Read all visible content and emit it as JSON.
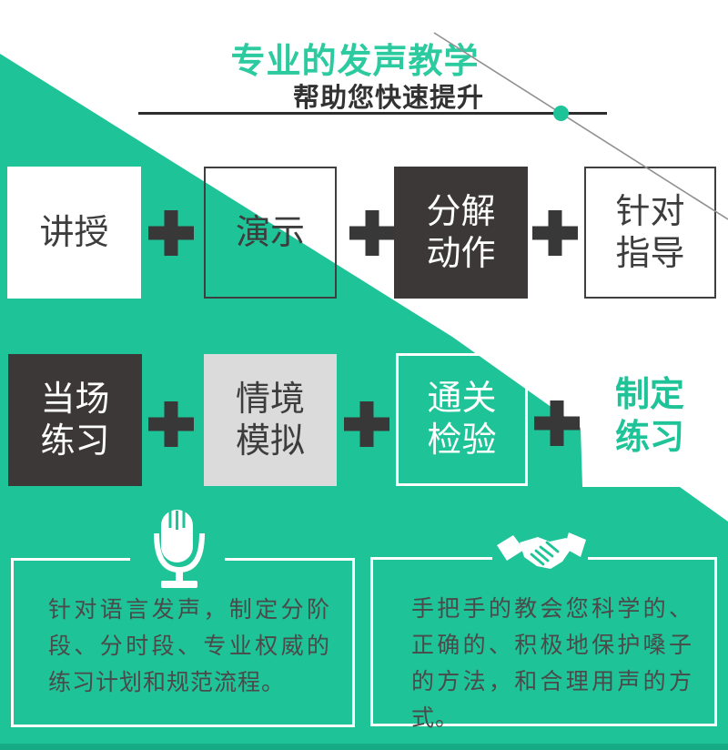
{
  "header": {
    "title": "专业的发声教学",
    "subtitle": "帮助您快速提升"
  },
  "methods": {
    "separator": "+",
    "row1": [
      {
        "label": "讲授",
        "lines": [
          "讲授"
        ]
      },
      {
        "label": "演示",
        "lines": [
          "演示"
        ]
      },
      {
        "label": "分解动作",
        "lines": [
          "分解",
          "动作"
        ]
      },
      {
        "label": "针对指导",
        "lines": [
          "针对",
          "指导"
        ]
      }
    ],
    "row2": [
      {
        "label": "当场练习",
        "lines": [
          "当场",
          "练习"
        ]
      },
      {
        "label": "情境模拟",
        "lines": [
          "情境",
          "模拟"
        ]
      },
      {
        "label": "通关检验",
        "lines": [
          "通关",
          "检验"
        ]
      },
      {
        "label": "制定练习",
        "lines": [
          "制定",
          "练习"
        ]
      }
    ]
  },
  "cards": [
    {
      "icon": "microphone-icon",
      "text": "针对语言发声，制定分阶段、分时段、专业权威的练习计划和规范流程。"
    },
    {
      "icon": "handshake-icon",
      "text": "手把手的教会您科学的、正确的、积极地保护嗓子的方法，和合理用声的方式。"
    }
  ],
  "colors": {
    "green": "#1FC398",
    "title_green": "#2BCB9F",
    "dark_box": "#3B3837",
    "gray_box": "#DBDBDB",
    "text_dark": "#3D3D3D",
    "text_white": "#FFFFFF",
    "card_text": "#4A4A4A",
    "divider": "#2D2D2D",
    "accent_line": "#909090"
  }
}
